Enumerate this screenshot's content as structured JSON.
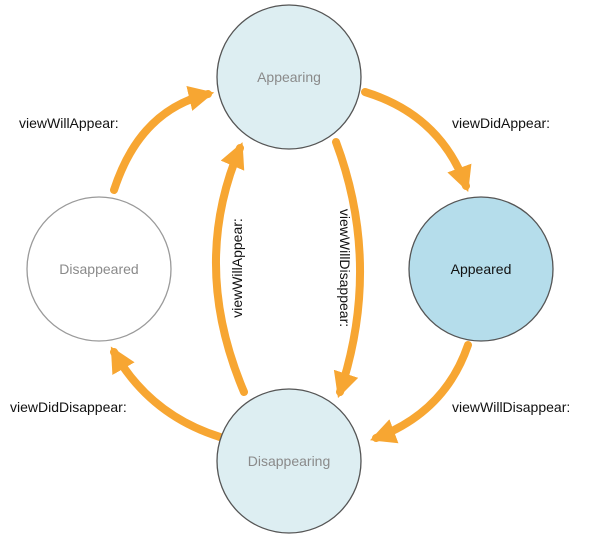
{
  "colors": {
    "arrow": "#F7A632",
    "state_fill_light": "#DDEEF2",
    "state_fill_active": "#B5DDEB",
    "state_fill_empty": "#FFFFFF",
    "state_stroke": "#555555",
    "state_stroke_empty": "#9A9A9A",
    "label_muted": "#8A8A8A",
    "label_dark": "#111111"
  },
  "states": {
    "appearing": "Appearing",
    "appeared": "Appeared",
    "disappearing": "Disappearing",
    "disappeared": "Disappeared"
  },
  "transitions": {
    "disappeared_to_appearing": "viewWillAppear:",
    "appearing_to_appeared": "viewDidAppear:",
    "disappearing_to_appearing": "viewWillAppear:",
    "appearing_to_disappearing": "viewWillDisappear:",
    "appeared_to_disappearing": "viewWillDisappear:",
    "disappearing_to_disappeared": "viewDidDisappear:"
  }
}
